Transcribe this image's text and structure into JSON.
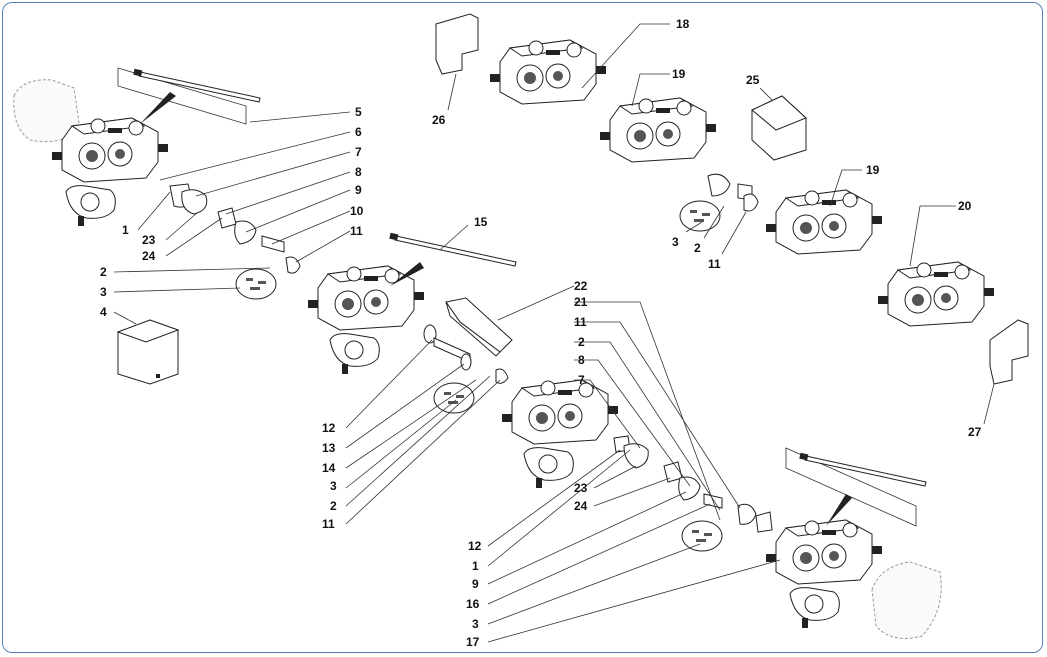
{
  "labels": {
    "n5": "5",
    "n6": "6",
    "n7a": "7",
    "n8a": "8",
    "n9a": "9",
    "n10": "10",
    "n11a": "11",
    "n1a": "1",
    "n23a": "23",
    "n24a": "24",
    "n2a": "2",
    "n3a": "3",
    "n4": "4",
    "n15": "15",
    "n12a": "12",
    "n13": "13",
    "n14": "14",
    "n3b": "3",
    "n2b": "2",
    "n11b": "11",
    "n22": "22",
    "n21": "21",
    "n11c": "11",
    "n2c": "2",
    "n8b": "8",
    "n7b": "7",
    "n23b": "23",
    "n24b": "24",
    "n12b": "12",
    "n1b": "1",
    "n9b": "9",
    "n16": "16",
    "n3c": "3",
    "n17": "17",
    "n26": "26",
    "n18": "18",
    "n19a": "19",
    "n25": "25",
    "n3d": "3",
    "n2d": "2",
    "n11d": "11",
    "n19b": "19",
    "n20": "20",
    "n27": "27"
  }
}
